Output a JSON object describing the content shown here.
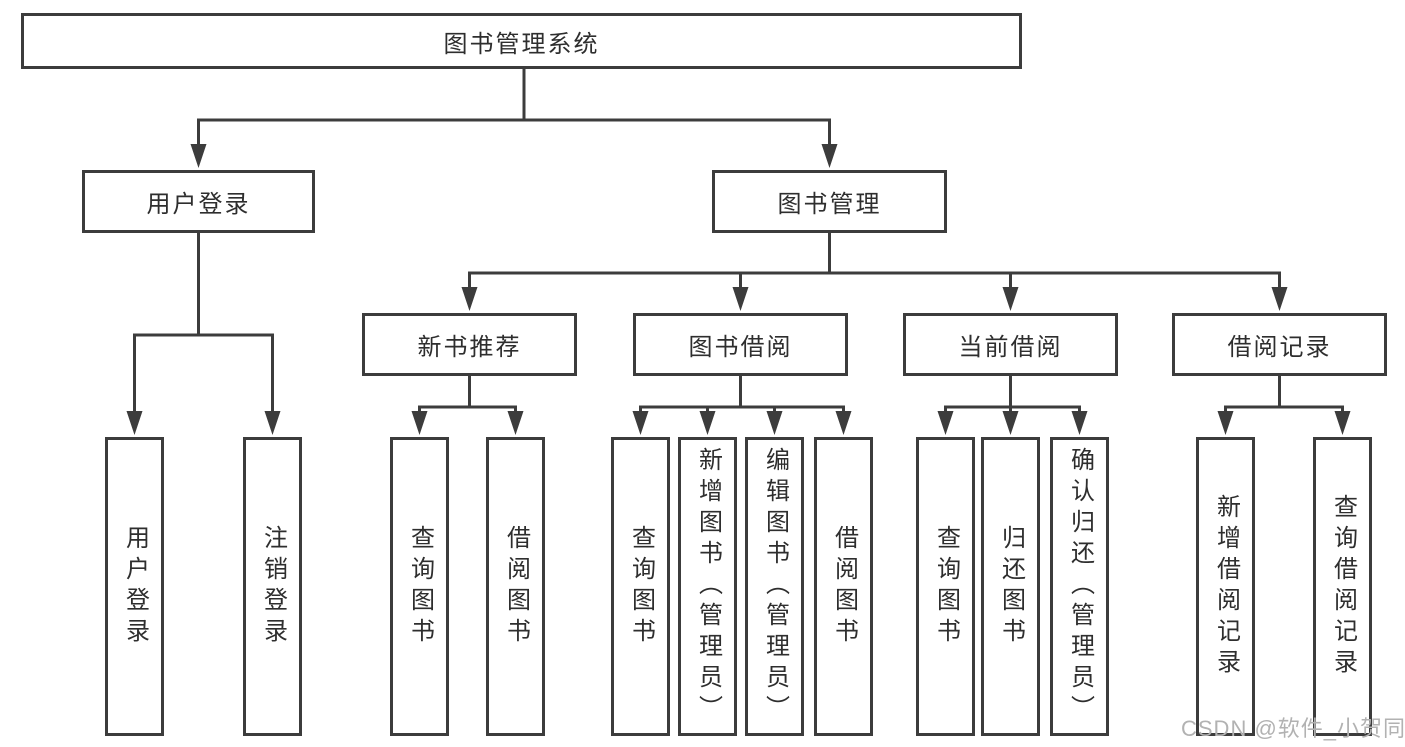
{
  "root": {
    "label": "图书管理系统"
  },
  "branches": [
    {
      "label": "用户登录",
      "children": [
        {
          "label": "用户登录"
        },
        {
          "label": "注销登录"
        }
      ]
    },
    {
      "label": "图书管理",
      "children": [
        {
          "label": "新书推荐",
          "children": [
            {
              "label": "查询图书"
            },
            {
              "label": "借阅图书"
            }
          ]
        },
        {
          "label": "图书借阅",
          "children": [
            {
              "label": "查询图书"
            },
            {
              "label": "新增图书（管理员）"
            },
            {
              "label": "编辑图书（管理员）"
            },
            {
              "label": "借阅图书"
            }
          ]
        },
        {
          "label": "当前借阅",
          "children": [
            {
              "label": "查询图书"
            },
            {
              "label": "归还图书"
            },
            {
              "label": "确认归还（管理员）"
            }
          ]
        },
        {
          "label": "借阅记录",
          "children": [
            {
              "label": "新增借阅记录"
            },
            {
              "label": "查询借阅记录"
            }
          ]
        }
      ]
    }
  ],
  "watermark": "CSDN @软件_小贺同学",
  "colors": {
    "line": "#3c3c3c",
    "box_border": "#3c3c3c",
    "text": "#2e2e2e",
    "background": "#ffffff",
    "watermark": "#b2b2b2"
  }
}
